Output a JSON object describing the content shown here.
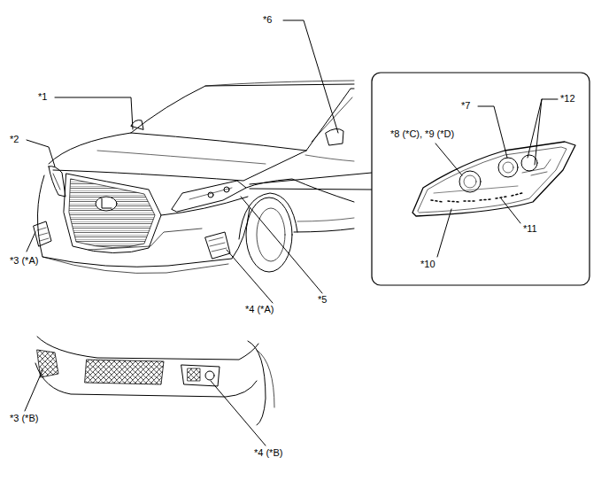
{
  "diagram": {
    "labels": [
      "*1",
      "*2",
      "*3 (*A)",
      "*4 (*A)",
      "*5",
      "*6",
      "*7",
      "*8 (*C), *9 (*D)",
      "*12",
      "*10",
      "*11",
      "*3 (*B)",
      "*4 (*B)"
    ]
  }
}
